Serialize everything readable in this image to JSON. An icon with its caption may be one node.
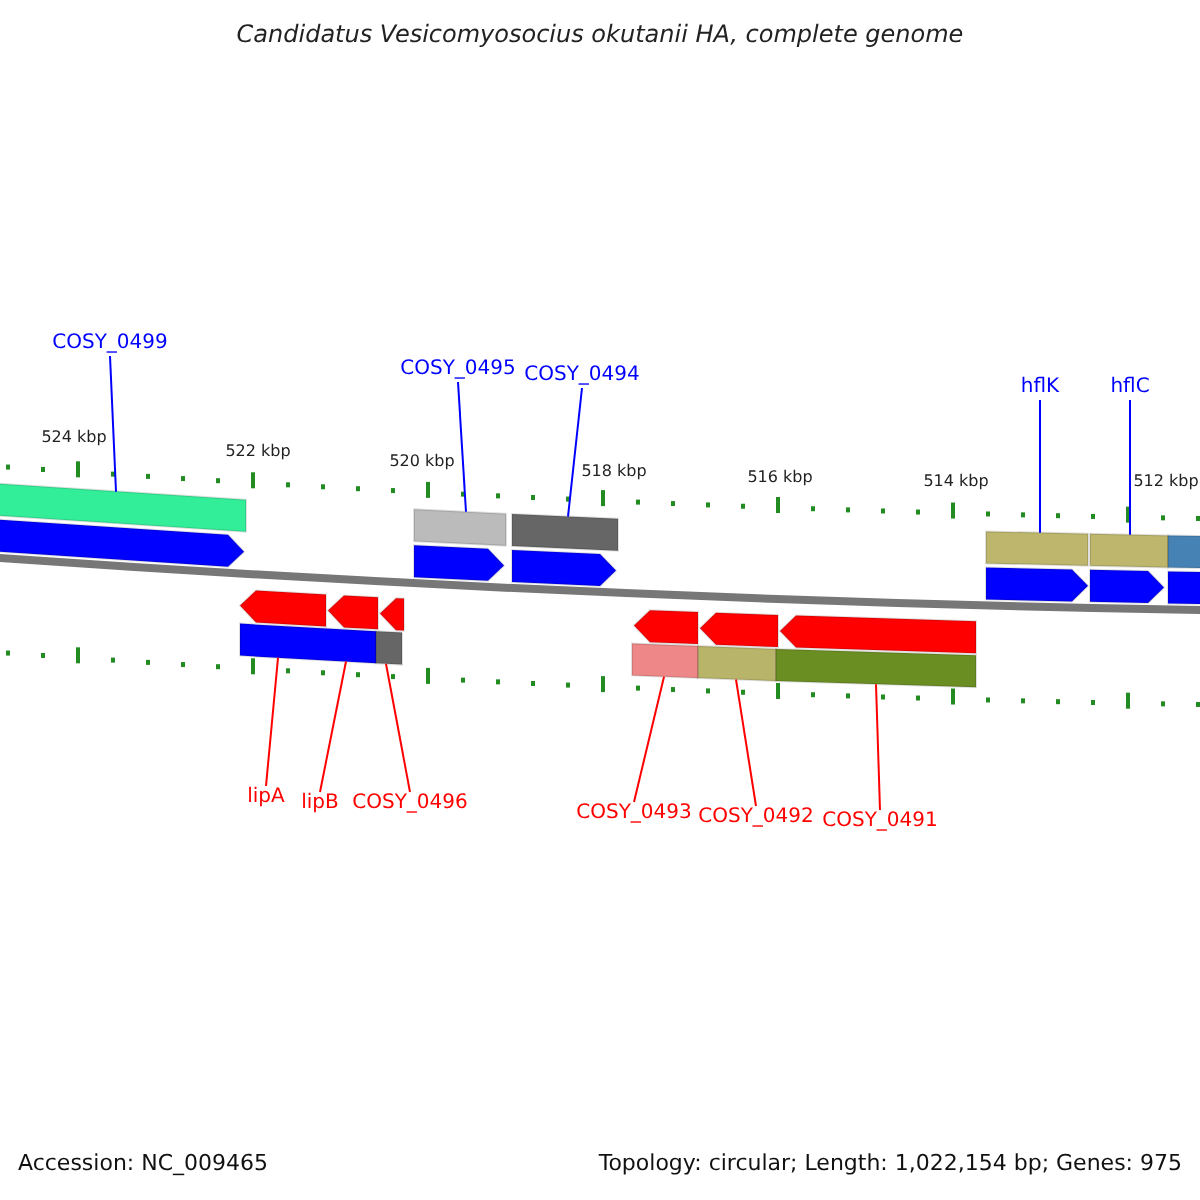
{
  "diagram": {
    "title": "Candidatus Vesicomyosocius okutanii HA, complete genome",
    "nodes": [
      {
        "text": [
          "COSY_0499"
        ]
      },
      {
        "text": [
          "COSY_0495"
        ]
      },
      {
        "text": [
          "COSY_0494"
        ]
      },
      {
        "text": [
          "hflK"
        ]
      },
      {
        "text": [
          "hflC"
        ]
      },
      {
        "text": [
          "lipA"
        ]
      },
      {
        "text": [
          "lipB"
        ]
      },
      {
        "text": [
          "COSY_0496"
        ]
      },
      {
        "text": [
          "COSY_0493"
        ]
      },
      {
        "text": [
          "COSY_0492"
        ]
      },
      {
        "text": [
          "COSY_0491"
        ]
      },
      {
        "text": [],
        "shape": "bar"
      },
      {
        "text": [],
        "shape": "bar"
      },
      {
        "text": [],
        "shape": "bar"
      },
      {
        "text": [],
        "shape": "bar"
      },
      {
        "text": [],
        "shape": "bar"
      },
      {
        "text": [],
        "shape": "bar"
      },
      {
        "text": [],
        "shape": "bar"
      },
      {
        "text": [],
        "shape": "bar"
      },
      {
        "text": [],
        "shape": "bar"
      },
      {
        "text": [],
        "shape": "bar"
      },
      {
        "text": [],
        "shape": "bar"
      },
      {
        "text": [],
        "shape": "pentagon"
      },
      {
        "text": [],
        "shape": "pentagon"
      },
      {
        "text": [],
        "shape": "pentagon"
      },
      {
        "text": [],
        "shape": "pentagon"
      },
      {
        "text": [],
        "shape": "pentagon"
      },
      {
        "text": [],
        "shape": "pentagon"
      },
      {
        "text": [],
        "shape": "pentagon"
      },
      {
        "text": [],
        "shape": "pentagon"
      },
      {
        "text": [],
        "shape": "pentagon"
      },
      {
        "text": [],
        "shape": "pentagon"
      },
      {
        "text": [],
        "shape": "pentagon"
      },
      {
        "text": [],
        "shape": "pentagon"
      }
    ],
    "edges": [
      {
        "from": 0,
        "to": 11,
        "arrow": "none",
        "color": "#0000ff"
      },
      {
        "from": 1,
        "to": 12,
        "arrow": "none",
        "color": "#0000ff"
      },
      {
        "from": 2,
        "to": 13,
        "arrow": "none",
        "color": "#0000ff"
      },
      {
        "from": 3,
        "to": 14,
        "arrow": "none",
        "color": "#0000ff"
      },
      {
        "from": 4,
        "to": 15,
        "arrow": "none",
        "color": "#0000ff"
      },
      {
        "from": 5,
        "to": 17,
        "arrow": "none"
      },
      {
        "from": 6,
        "to": 17,
        "arrow": "none"
      },
      {
        "from": 7,
        "to": 18,
        "arrow": "none"
      },
      {
        "from": 8,
        "to": 19,
        "arrow": "none"
      },
      {
        "from": 9,
        "to": 20,
        "arrow": "none"
      },
      {
        "from": 10,
        "to": 21,
        "arrow": "none"
      }
    ],
    "labels": [
      "524 kbp",
      "522 kbp",
      "520 kbp",
      "518 kbp",
      "516 kbp",
      "514 kbp",
      "512 kbp",
      "Accession: NC_009465",
      "Topology: circular; Length: 1,022,154 bp; Genes: 975"
    ]
  }
}
